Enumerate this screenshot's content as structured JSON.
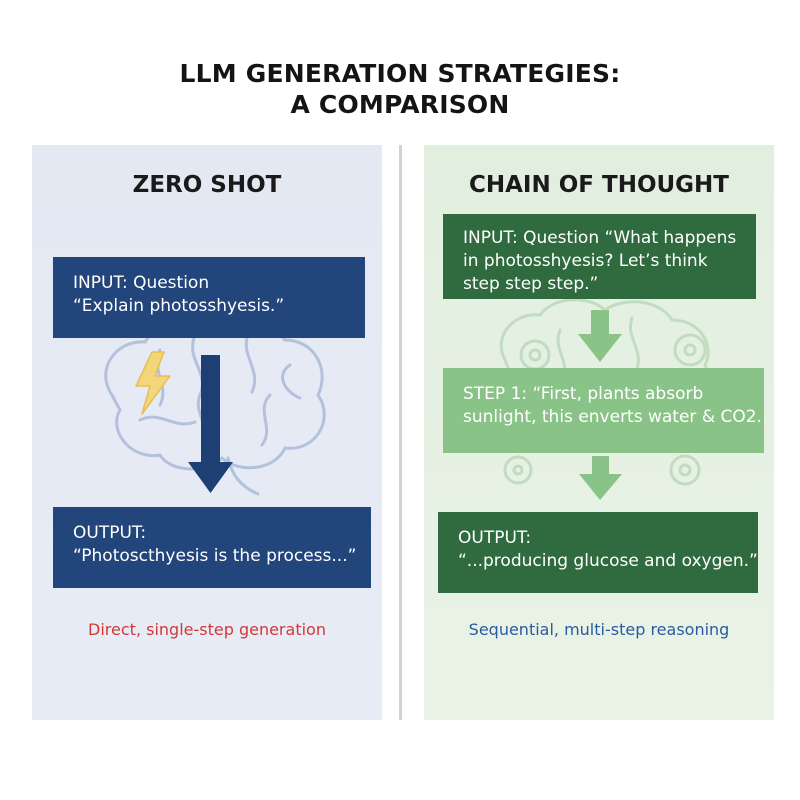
{
  "title": {
    "line1": "LLM GENERATION STRATEGIES:",
    "line2": "A COMPARISON"
  },
  "zero_shot": {
    "heading": "ZERO SHOT",
    "input_lines": [
      "INPUT: Question",
      "“Explain photosshyesis.”"
    ],
    "output_lines": [
      "OUTPUT:",
      "“Photosсthyesis is the process...”"
    ],
    "caption": "Direct, single-step generation",
    "caption_color": "#d03a36",
    "box_color": "#22457b",
    "arrow_color": "#1e3f73",
    "icon": "brain-lightning-icon"
  },
  "chain_of_thought": {
    "heading": "CHAIN OF THOUGHT",
    "input_lines": [
      "INPUT: Question “What happens",
      "in photosshyesis? Let’s think",
      "step step step.”"
    ],
    "step_lines": [
      "STEP 1: “First, plants absorb",
      "sunlight, this enverts water & CO2."
    ],
    "output_lines": [
      "OUTPUT:",
      "“...producing glucose and oxygen.”"
    ],
    "caption": "Sequential, multi-step reasoning",
    "caption_color": "#2c5aa0",
    "dark_box_color": "#2f6b3f",
    "light_box_color": "#8ac387",
    "icon": "brain-gears-icon"
  }
}
